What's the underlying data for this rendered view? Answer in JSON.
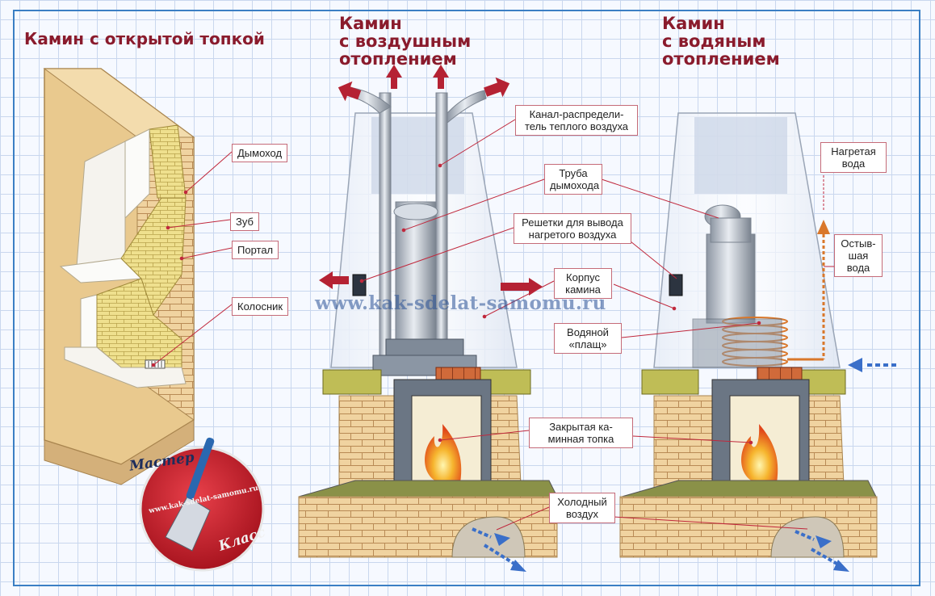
{
  "titles": {
    "open": "Камин с открытой топкой",
    "air_line1": "Камин",
    "air_line2": "с воздушным",
    "air_line3": "отоплением",
    "water_line1": "Камин",
    "water_line2": "с водяным",
    "water_line3": "отоплением"
  },
  "labels": {
    "chimney": "Дымоход",
    "tooth": "Зуб",
    "portal": "Портал",
    "grate": "Колосник",
    "channel_l1": "Канал-распредели-",
    "channel_l2": "тель теплого воздуха",
    "pipe_l1": "Труба",
    "pipe_l2": "дымохода",
    "vents_l1": "Решетки для вывода",
    "vents_l2": "нагретого воздуха",
    "body_l1": "Корпус",
    "body_l2": "камина",
    "jacket_l1": "Водяной",
    "jacket_l2": "«плащ»",
    "firebox_l1": "Закрытая ка-",
    "firebox_l2": "минная топка",
    "cold_l1": "Холодный",
    "cold_l2": "воздух",
    "hot_l1": "Нагретая",
    "hot_l2": "вода",
    "cool_l1": "Остыв-",
    "cool_l2": "шая",
    "cool_l3": "вода"
  },
  "watermark": "www.kak-sdelat-samomu.ru",
  "badge": {
    "top": "Мастер",
    "url": "www.kak-sdelat-samomu.ru",
    "bottom": "Класс"
  },
  "colors": {
    "title": "#8a1b2c",
    "leader": "#c0283c",
    "arrow_hot": "#b52233",
    "arrow_cold": "#3a6fc9",
    "frame": "#3b7fc4"
  }
}
